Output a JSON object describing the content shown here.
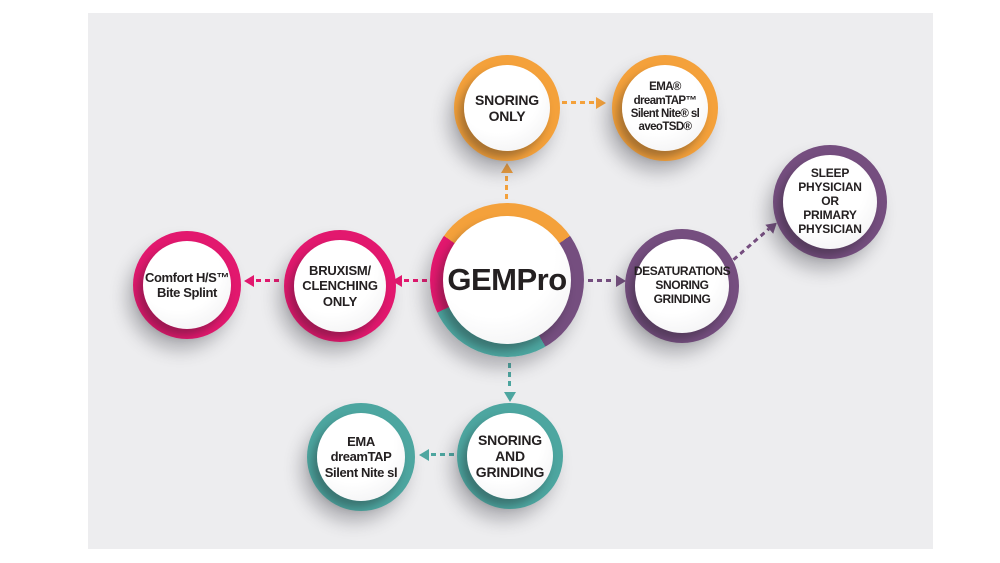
{
  "colors": {
    "orange": "#F4A13B",
    "pink": "#E2186E",
    "purple": "#754E7F",
    "teal": "#4DA6A0",
    "canvas_background": "#EDEDEF",
    "text": "#242021"
  },
  "center_node": {
    "label": "GEMPro"
  },
  "nodes": {
    "snoring_only": {
      "lines": [
        "SNORING",
        "ONLY"
      ]
    },
    "ema_aveo": {
      "lines": [
        "EMA®",
        "dreamTAP™",
        "Silent Nite® sl",
        "aveoTSD®"
      ]
    },
    "sleep_physician": {
      "lines": [
        "SLEEP",
        "PHYSICIAN",
        "OR",
        "PRIMARY",
        "PHYSICIAN"
      ]
    },
    "desaturations": {
      "lines": [
        "DESATURATIONS",
        "SNORING",
        "GRINDING"
      ]
    },
    "bruxism": {
      "lines": [
        "BRUXISM/",
        "CLENCHING",
        "ONLY"
      ]
    },
    "comfort": {
      "lines": [
        "Comfort H/S™",
        "Bite Splint"
      ]
    },
    "snoring_grinding": {
      "lines": [
        "SNORING",
        "AND",
        "GRINDING"
      ]
    },
    "ema_dreamtap": {
      "lines": [
        "EMA",
        "dreamTAP",
        "Silent Nite sl"
      ]
    }
  }
}
